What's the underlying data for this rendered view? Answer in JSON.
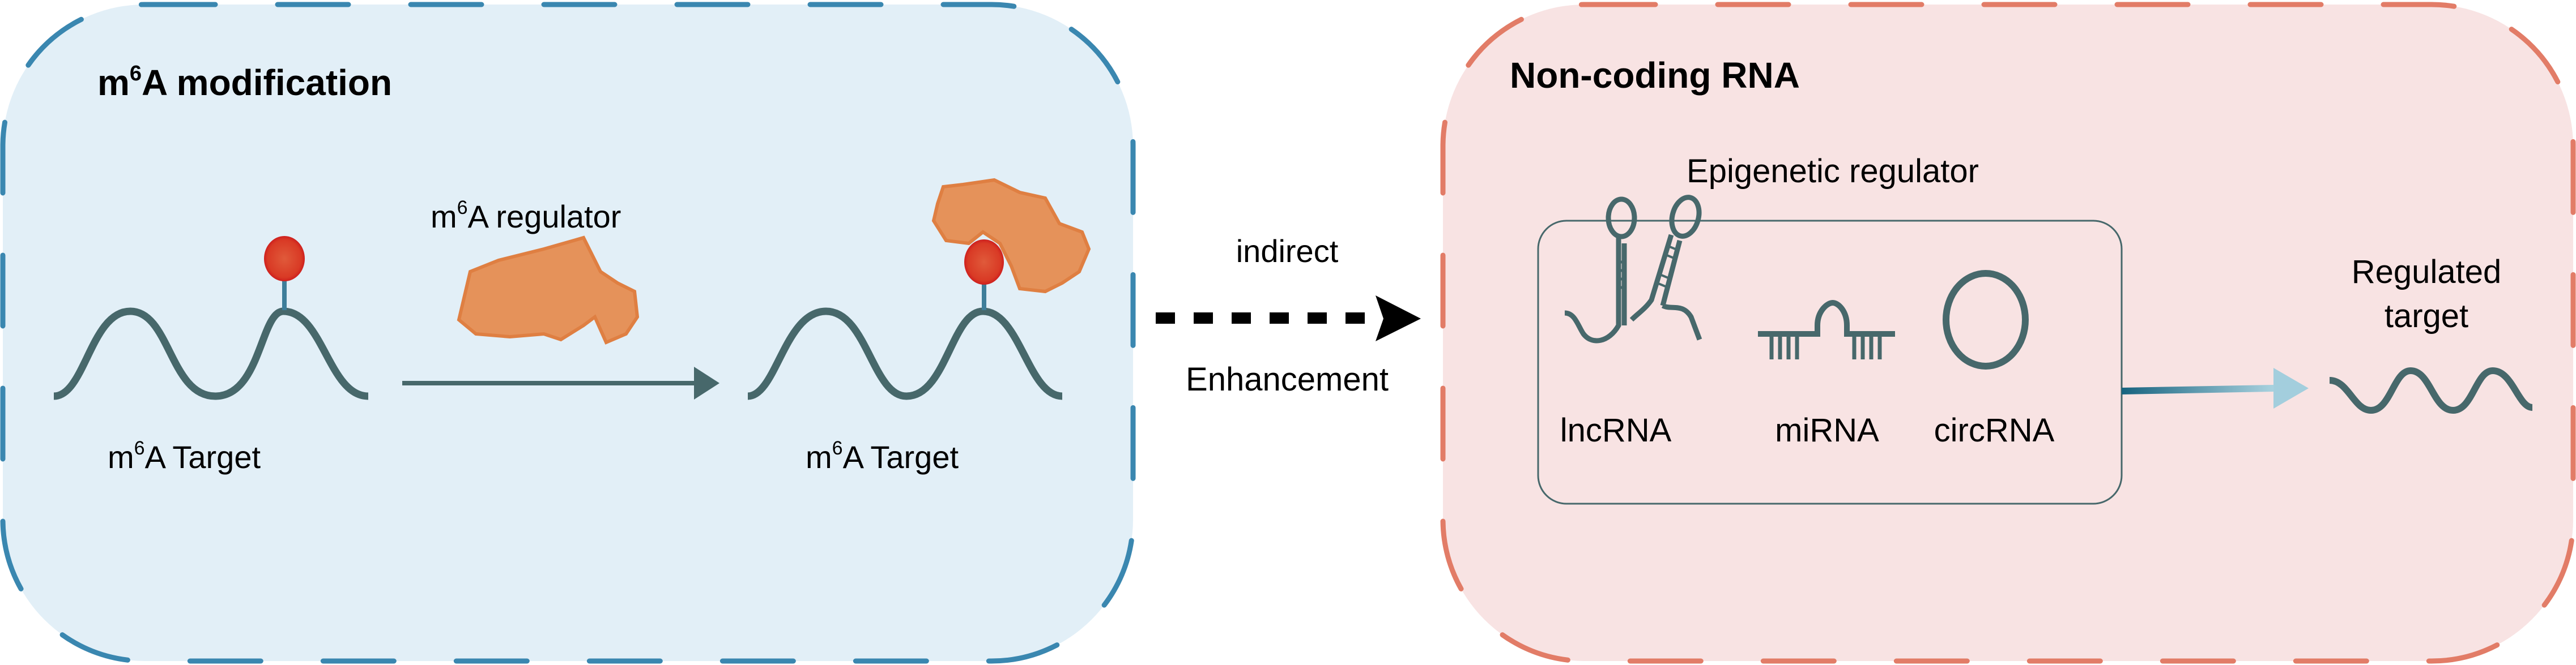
{
  "colors": {
    "left_panel_fill": "#e2eff7",
    "left_panel_border": "#3a87b0",
    "right_panel_fill": "#f8e3e3",
    "right_panel_border": "#e27c67",
    "rna_strand": "#47686b",
    "methyl_dot": "#d9301f",
    "protein": "#e5925a",
    "arrow_dark": "#000000",
    "gradient_start": "#17637f",
    "gradient_end": "#a9d2df"
  },
  "left_panel": {
    "title_prefix": "m",
    "title_sup": "6",
    "title_suffix": "A modification",
    "regulator_prefix": "m",
    "regulator_sup": "6",
    "regulator_suffix": "A regulator",
    "target1_prefix": "m",
    "target1_sup": "6",
    "target1_suffix": "A Target",
    "target2_prefix": "m",
    "target2_sup": "6",
    "target2_suffix": "A Target"
  },
  "connector": {
    "top_label": "indirect",
    "bottom_label": "Enhancement"
  },
  "right_panel": {
    "title": "Non-coding RNA",
    "box_title": "Epigenetic regulator",
    "items": [
      {
        "label": "lncRNA",
        "icon": "lncrna-hairpin-icon"
      },
      {
        "label": "miRNA",
        "icon": "mirna-duplex-icon"
      },
      {
        "label": "circRNA",
        "icon": "circrna-ring-icon"
      }
    ],
    "target_line1": "Regulated",
    "target_line2": "target"
  }
}
